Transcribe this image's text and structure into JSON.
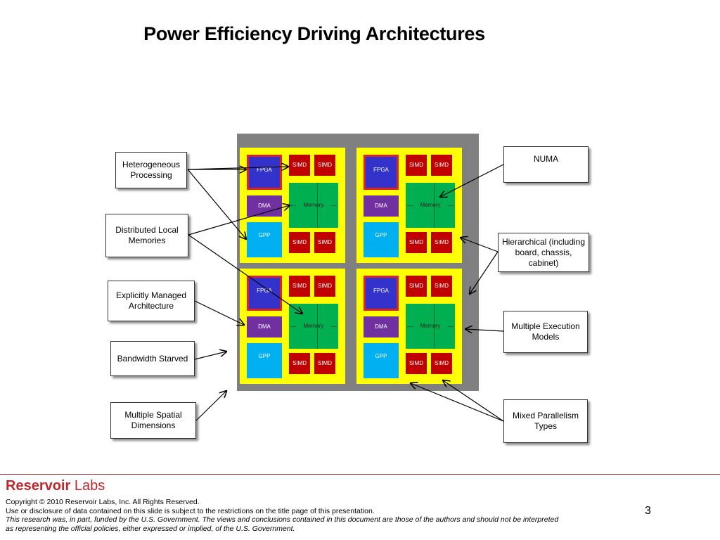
{
  "slide": {
    "title": "Power Efficiency Driving Architectures",
    "page_number": "3"
  },
  "labels": {
    "heterogeneous": "Heterogeneous Processing",
    "distributed": "Distributed Local Memories",
    "explicitly": "Explicitly Managed Architecture",
    "bandwidth": "Bandwidth Starved",
    "spatial": "Multiple Spatial Dimensions",
    "numa": "NUMA",
    "hierarchical": "Hierarchical (including board, chassis, cabinet)",
    "execution": "Multiple Execution Models",
    "mixed": "Mixed Parallelism Types"
  },
  "node": {
    "fpga": "FPGA",
    "dma": "DMA",
    "gpp": "GPP",
    "simd": "SIMD",
    "memory": "Memory"
  },
  "footer": {
    "logo_bold": "Reservoir",
    "logo_light": " Labs",
    "copyright": "Copyright © 2010 Reservoir Labs, Inc.  All Rights Reserved.",
    "disclosure": "Use or disclosure of data contained on this slide is subject to the restrictions on the title page of this presentation.",
    "funding_1": "This research was, in part, funded by the U.S. Government.  The views and conclusions contained in this document are those of the authors and should not be interpreted",
    "funding_2": "as representing the official policies, either expressed or implied, of the U.S. Government."
  },
  "colors": {
    "brand_red": "#c0272d",
    "node_bg": "#ffff00",
    "board_bg": "#808080",
    "fpga": "#3333cc",
    "dma": "#7030a0",
    "gpp": "#00b0f0",
    "simd": "#c00000",
    "memory": "#00b050"
  }
}
